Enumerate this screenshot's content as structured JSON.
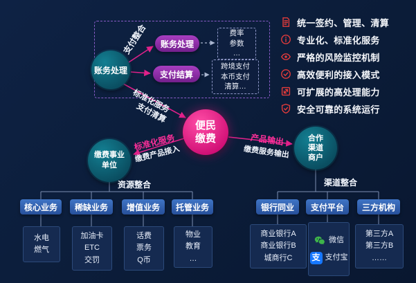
{
  "colors": {
    "background": "#0b1c38",
    "accent_pink": "#e0218a",
    "teal_circle": "#0f6a7e",
    "purple_box": "#8a2ba2",
    "blue_box": "#2f5ead",
    "panel": "#152a50",
    "red_icon": "#e23b3b",
    "wechat_green": "#3eb44a",
    "alipay_blue": "#1677ff"
  },
  "diagram": {
    "top_left": {
      "rotated_label": "支付整合",
      "circle_label": "账务处理",
      "purple_boxes": [
        {
          "label": "账务处理",
          "note": "费率\n参数\n…"
        },
        {
          "label": "支付结算",
          "note": "跨境支付\n本币支付\n清算…"
        }
      ],
      "diagonal_label_1": "标准化服务",
      "diagonal_label_2": "支付清算"
    },
    "center_circle": "便民\n缴费",
    "left_circle": "缴费事业\n单位",
    "right_circle": "合作\n渠道\n商户",
    "left_edge": {
      "pink": "标准化服务",
      "white": "缴费产品接入"
    },
    "right_edge": {
      "pink": "产品输出",
      "white": "缴费服务输出"
    },
    "left_tree": {
      "label": "资源整合",
      "branches": [
        {
          "title": "核心业务",
          "detail": "水电\n燃气"
        },
        {
          "title": "稀缺业务",
          "detail": "加油卡\nETC\n交罚"
        },
        {
          "title": "增值业务",
          "detail": "话费\n票务\nQ币"
        },
        {
          "title": "托管业务",
          "detail": "物业\n教育\n…"
        }
      ]
    },
    "right_tree": {
      "label": "渠道整合",
      "branches": [
        {
          "title": "银行同业",
          "detail": "商业银行A\n商业银行B\n城商行C"
        },
        {
          "title": "支付平台",
          "payments": [
            {
              "icon": "wechat-icon",
              "label": "微信"
            },
            {
              "icon": "alipay-icon",
              "icon_char": "支",
              "label": "支付宝"
            }
          ]
        },
        {
          "title": "三方机构",
          "detail": "第三方A\n第三方B\n……"
        }
      ]
    },
    "features": [
      {
        "icon": "contract-icon",
        "text": "统一签约、管理、清算"
      },
      {
        "icon": "info-icon",
        "text": "专业化、标准化服务"
      },
      {
        "icon": "monitor-icon",
        "text": "严格的风险监控机制"
      },
      {
        "icon": "check-icon",
        "text": "高效便利的接入模式"
      },
      {
        "icon": "expand-icon",
        "text": "可扩展的高处理能力"
      },
      {
        "icon": "shield-icon",
        "text": "安全可靠的系统运行"
      }
    ]
  }
}
